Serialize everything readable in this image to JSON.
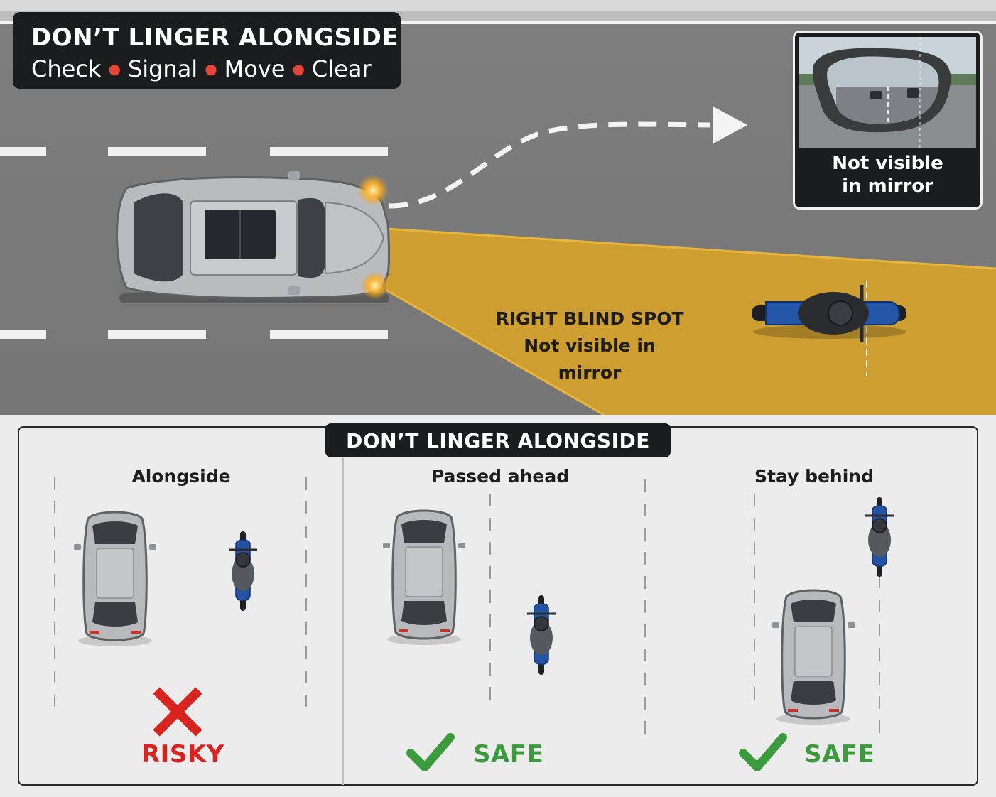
{
  "header": {
    "title": "DON’T LINGER ALONGSIDE",
    "steps": [
      "Check",
      "Signal",
      "Move",
      "Clear"
    ]
  },
  "mirror_inset": {
    "caption_line1": "Not visible",
    "caption_line2": "in mirror"
  },
  "blind_spot": {
    "title": "RIGHT BLIND SPOT",
    "subtitle": "Not visible in mirror",
    "color": "#d3a02d"
  },
  "panel": {
    "title": "DON’T LINGER ALONGSIDE",
    "columns": [
      {
        "heading": "Alongside",
        "verdict": "RISKY",
        "icon": "x-cross-icon",
        "color": "#d8231e"
      },
      {
        "heading": "Passed ahead",
        "verdict": "SAFE",
        "icon": "checkmark-icon",
        "color": "#3b9a3c"
      },
      {
        "heading": "Stay behind",
        "verdict": "SAFE",
        "icon": "checkmark-icon",
        "color": "#3b9a3c"
      }
    ]
  }
}
